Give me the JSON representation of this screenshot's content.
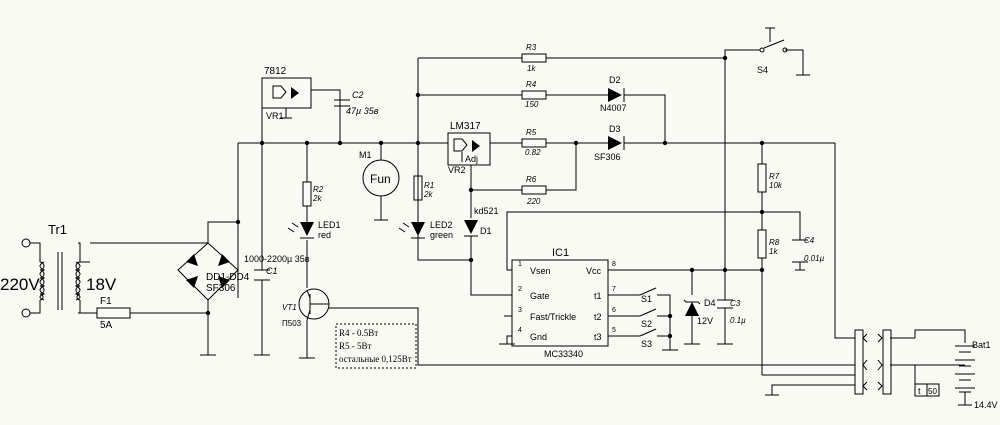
{
  "source": {
    "voltage": "220V",
    "transformer": "Tr1",
    "secondary": "18V"
  },
  "fuse": {
    "name": "F1",
    "value": "5A"
  },
  "bridge": {
    "name": "DD1-DD4",
    "part": "SF306"
  },
  "c1": {
    "name": "C1",
    "value": "1000-2200µ 35в"
  },
  "vr1": {
    "name": "VR1",
    "part": "7812"
  },
  "c2": {
    "name": "C2",
    "value": "47µ 35в"
  },
  "fan": {
    "name": "M1",
    "label": "Fun"
  },
  "r2": {
    "name": "R2",
    "value": "2k"
  },
  "led1": {
    "name": "LED1",
    "color": "red"
  },
  "vt1": {
    "name": "VT1",
    "part": "П503"
  },
  "r1": {
    "name": "R1",
    "value": "2k"
  },
  "led2": {
    "name": "LED2",
    "color": "green"
  },
  "vr2": {
    "name": "VR2",
    "part": "LM317",
    "adj": "Adj"
  },
  "r3": {
    "name": "R3",
    "value": "1k"
  },
  "r4": {
    "name": "R4",
    "value": "150"
  },
  "r5": {
    "name": "R5",
    "value": "0.82"
  },
  "r6": {
    "name": "R6",
    "value": "220"
  },
  "d1": {
    "name": "D1",
    "part": "kd521"
  },
  "d2": {
    "name": "D2",
    "part": "N4007"
  },
  "d3": {
    "name": "D3",
    "part": "SF306"
  },
  "s4": {
    "name": "S4"
  },
  "r7": {
    "name": "R7",
    "value": "10k"
  },
  "r8": {
    "name": "R8",
    "value": "1k"
  },
  "c4": {
    "name": "C4",
    "value": "0.01µ"
  },
  "ic1": {
    "name": "IC1",
    "part": "MC33340",
    "left_pins": [
      {
        "num": "1",
        "label": "Vsen"
      },
      {
        "num": "2",
        "label": "Gate"
      },
      {
        "num": "3",
        "label": "Fast/Trickle"
      },
      {
        "num": "4",
        "label": "Gnd"
      }
    ],
    "right_pins": [
      {
        "num": "8",
        "label": "Vcc"
      },
      {
        "num": "7",
        "label": "t1"
      },
      {
        "num": "6",
        "label": "t2"
      },
      {
        "num": "5",
        "label": "t3"
      }
    ]
  },
  "s1": {
    "name": "S1"
  },
  "s2": {
    "name": "S2"
  },
  "s3": {
    "name": "S3"
  },
  "d4": {
    "name": "D4",
    "value": "12V"
  },
  "c3": {
    "name": "C3",
    "value": "0.1µ"
  },
  "battery": {
    "name": "Bat1",
    "voltage": "14.4V"
  },
  "thermo": {
    "t": "t",
    "value": "50"
  },
  "note": {
    "lines": [
      "R4 - 0.5Вт",
      "R5 - 5Вт",
      "остальные 0,125Вт"
    ]
  }
}
